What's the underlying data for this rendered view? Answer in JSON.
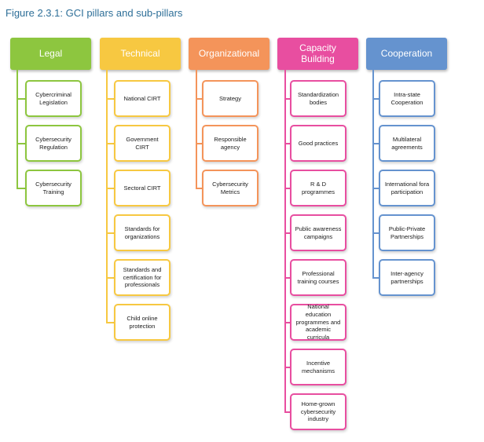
{
  "caption": "Figure 2.3.1: GCI pillars and sub-pillars",
  "pillars": [
    {
      "key": "legal",
      "label": "Legal",
      "color": "#8dc63f",
      "subs": [
        "Cybercriminal Legislation",
        "Cybersecurity Regulation",
        "Cybersecurity Training"
      ]
    },
    {
      "key": "technical",
      "label": "Technical",
      "color": "#f7c841",
      "subs": [
        "National CIRT",
        "Government CIRT",
        "Sectoral CIRT",
        "Standards for organizations",
        "Standards and certification for professionals",
        "Child online protection"
      ]
    },
    {
      "key": "organizational",
      "label": "Organizational",
      "color": "#f4945a",
      "subs": [
        "Strategy",
        "Responsible agency",
        "Cybersecurity Metrics"
      ]
    },
    {
      "key": "capacity-building",
      "label": "Capacity Building",
      "color": "#e84ea0",
      "subs": [
        "Standardization bodies",
        "Good practices",
        "R & D programmes",
        "Public awareness campaigns",
        "Professional training courses",
        "National education programmes and academic curricula",
        "Incentive mechanisms",
        "Home-grown cybersecurity industry"
      ]
    },
    {
      "key": "cooperation",
      "label": "Cooperation",
      "color": "#6593cf",
      "subs": [
        "Intra-state Cooperation",
        "Multilateral agreements",
        "International fora participation",
        "Public-Private Partnerships",
        "Inter-agency partnerships"
      ]
    }
  ]
}
